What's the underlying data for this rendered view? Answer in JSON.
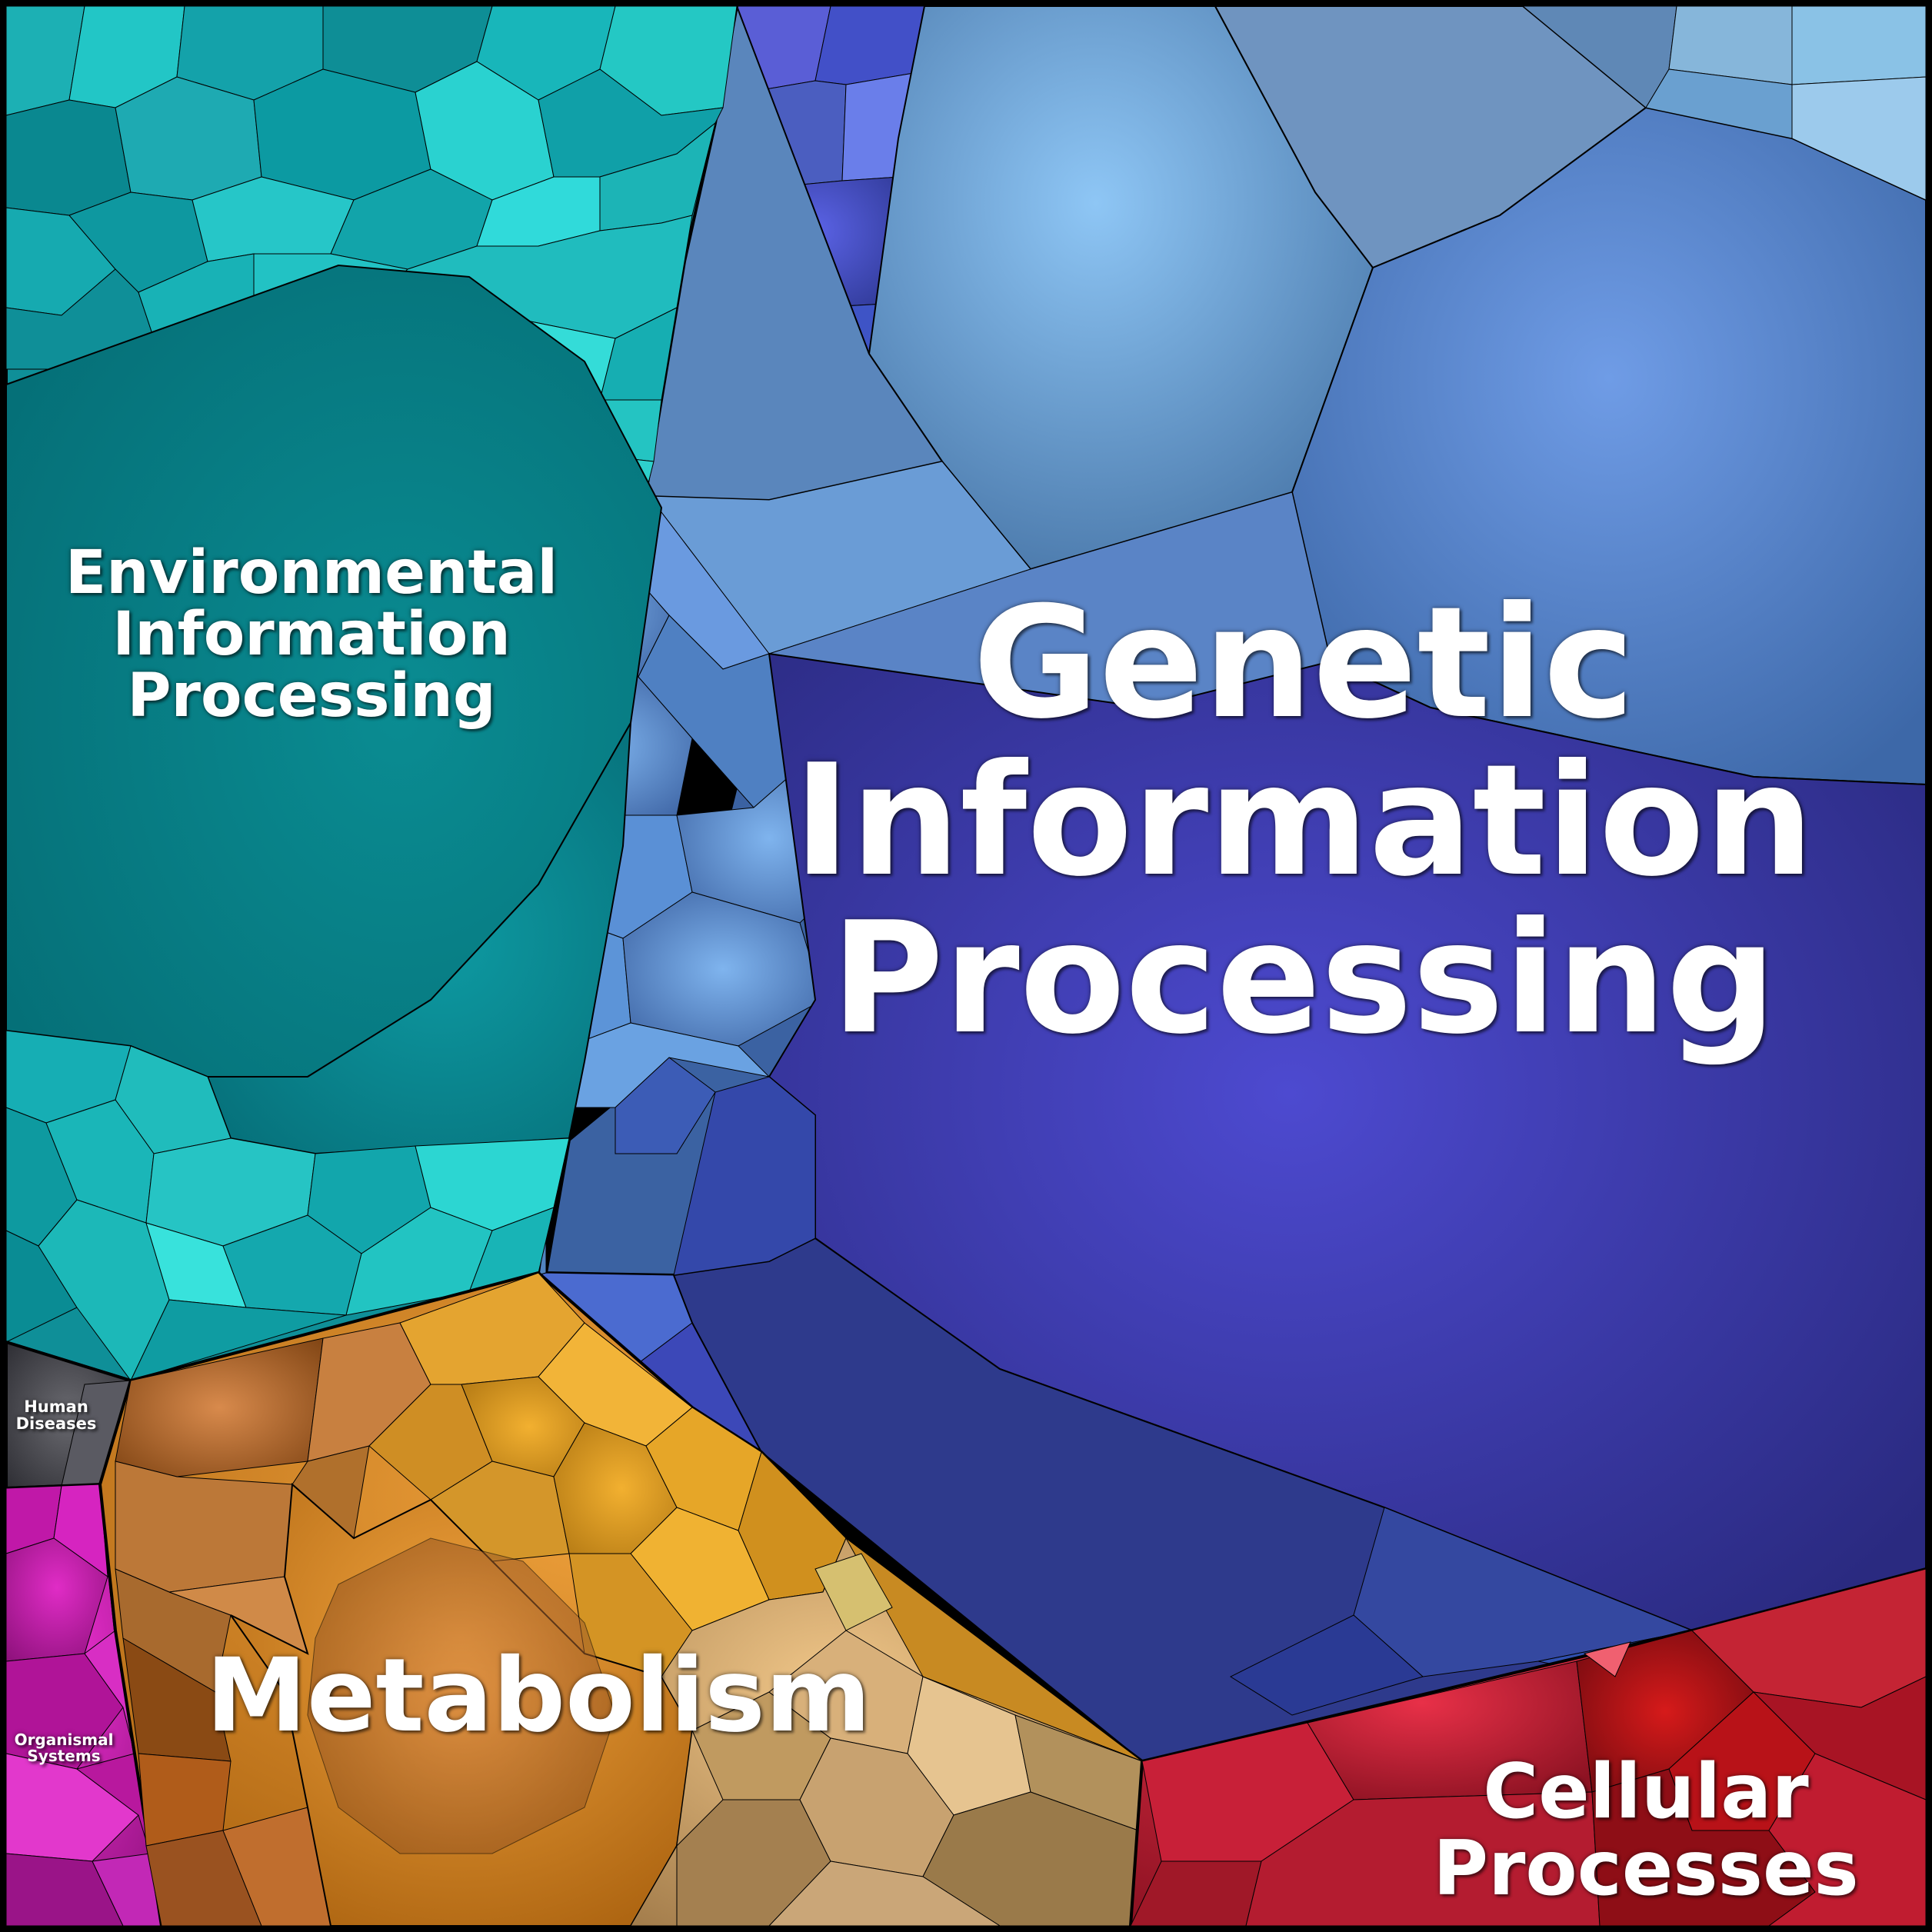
{
  "diagram": {
    "type": "voronoi-treemap",
    "regions": [
      {
        "id": "genetic",
        "lines": [
          "Genetic",
          "Information",
          "Processing"
        ],
        "color": "#3c3ca8"
      },
      {
        "id": "environmental",
        "lines": [
          "Environmental",
          "Information",
          "Processing"
        ],
        "color": "#12a3a8"
      },
      {
        "id": "metabolism",
        "lines": [
          "Metabolism"
        ],
        "color": "#d8901e"
      },
      {
        "id": "cellular",
        "lines": [
          "Cellular",
          "Processes"
        ],
        "color": "#c21e32"
      },
      {
        "id": "human",
        "lines": [
          "Human",
          "Diseases"
        ],
        "color": "#4a4a4e"
      },
      {
        "id": "organismal",
        "lines": [
          "Organismal",
          "Systems"
        ],
        "color": "#c2169e"
      }
    ]
  }
}
